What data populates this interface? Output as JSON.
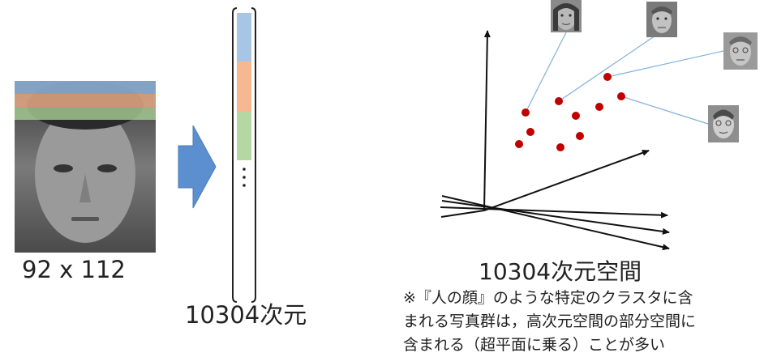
{
  "image_size_label": "92 x 112",
  "vector_dim_label": "10304次元",
  "space_label": "10304次元空間",
  "note_lines": [
    "※『人の顔』のような特定のクラスタに含",
    "まれる写真群は，高次元空間の部分空間に",
    "含まれる（超平面に乗る）ことが多い"
  ],
  "colors": {
    "band_blue": "#8fb4dc",
    "band_orange": "#f0b08a",
    "band_green": "#a9cf96",
    "arrow": "#5b8fd0",
    "points": "#c00000"
  },
  "icons": [
    "right-arrow-icon",
    "vertical-ellipsis-icon"
  ]
}
